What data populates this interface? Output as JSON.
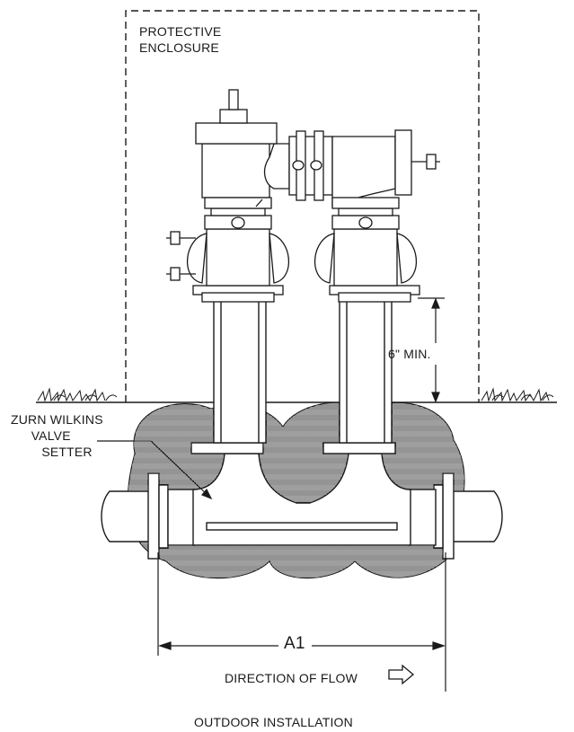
{
  "labels": {
    "enclosure_line1": "PROTECTIVE",
    "enclosure_line2": "ENCLOSURE",
    "setter_line1": "ZURN WILKINS",
    "setter_line2": "VALVE",
    "setter_line3": "SETTER",
    "clearance": "6\" MIN.",
    "dimension": "A1",
    "flow": "DIRECTION OF FLOW",
    "title": "OUTDOOR INSTALLATION"
  },
  "colors": {
    "line": "#1a1a1a",
    "fill": "#ffffff",
    "hatch": "#2a2a2a"
  }
}
